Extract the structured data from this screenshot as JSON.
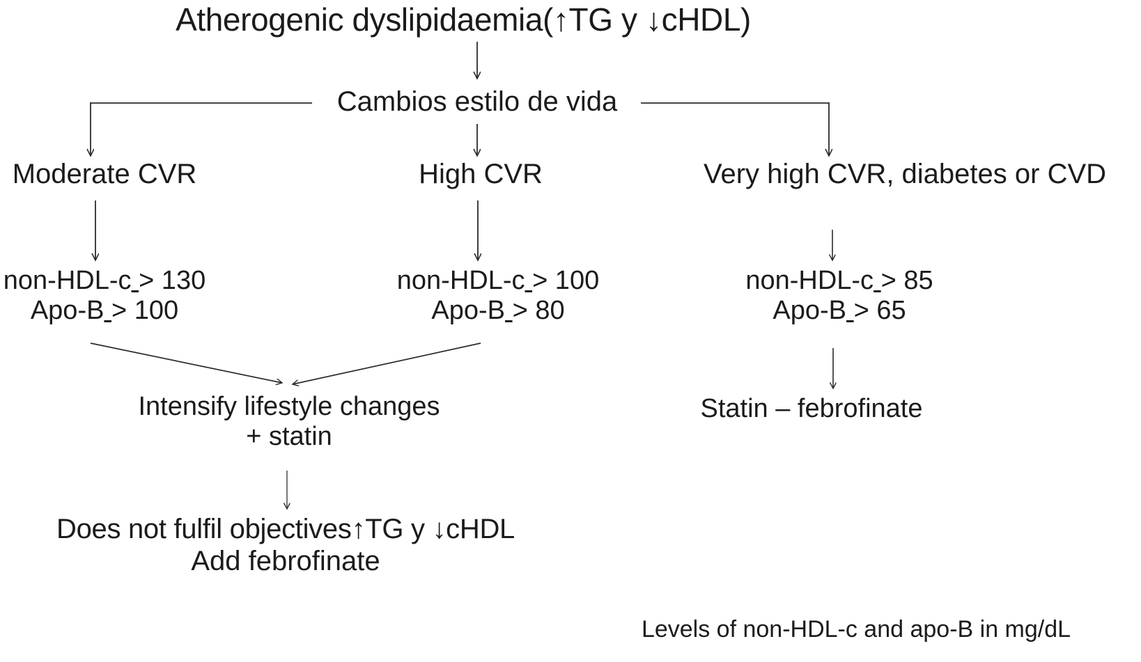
{
  "diagram": {
    "title": "Atherogenic dyslipidaemia(↑TG y ↓cHDL)",
    "lifestyle": "Cambios estilo de vida",
    "branches": {
      "moderate": {
        "label": "Moderate CVR",
        "non_hdl_c": "non-HDL-c > 130",
        "apo_b": "Apo-B > 100"
      },
      "high": {
        "label": "High CVR",
        "non_hdl_c": "non-HDL-c > 100",
        "apo_b": "Apo-B > 80"
      },
      "very_high": {
        "label": "Very high CVR, diabetes or CVD",
        "non_hdl_c": "non-HDL-c > 85",
        "apo_b": "Apo-B > 65"
      }
    },
    "intensify": {
      "line1": "Intensify lifestyle changes",
      "line2": "+ statin"
    },
    "statin_febrofinate": "Statin – febrofinate",
    "failure": {
      "line1": "Does not fulfil objectives↑TG y ↓cHDL",
      "line2": "Add febrofinate"
    },
    "footer": "Levels of non-HDL-c and apo-B in mg/dL",
    "colors": {
      "text": "#1b1b1b",
      "edge": "#2b2b2b",
      "background": "#ffffff"
    }
  }
}
